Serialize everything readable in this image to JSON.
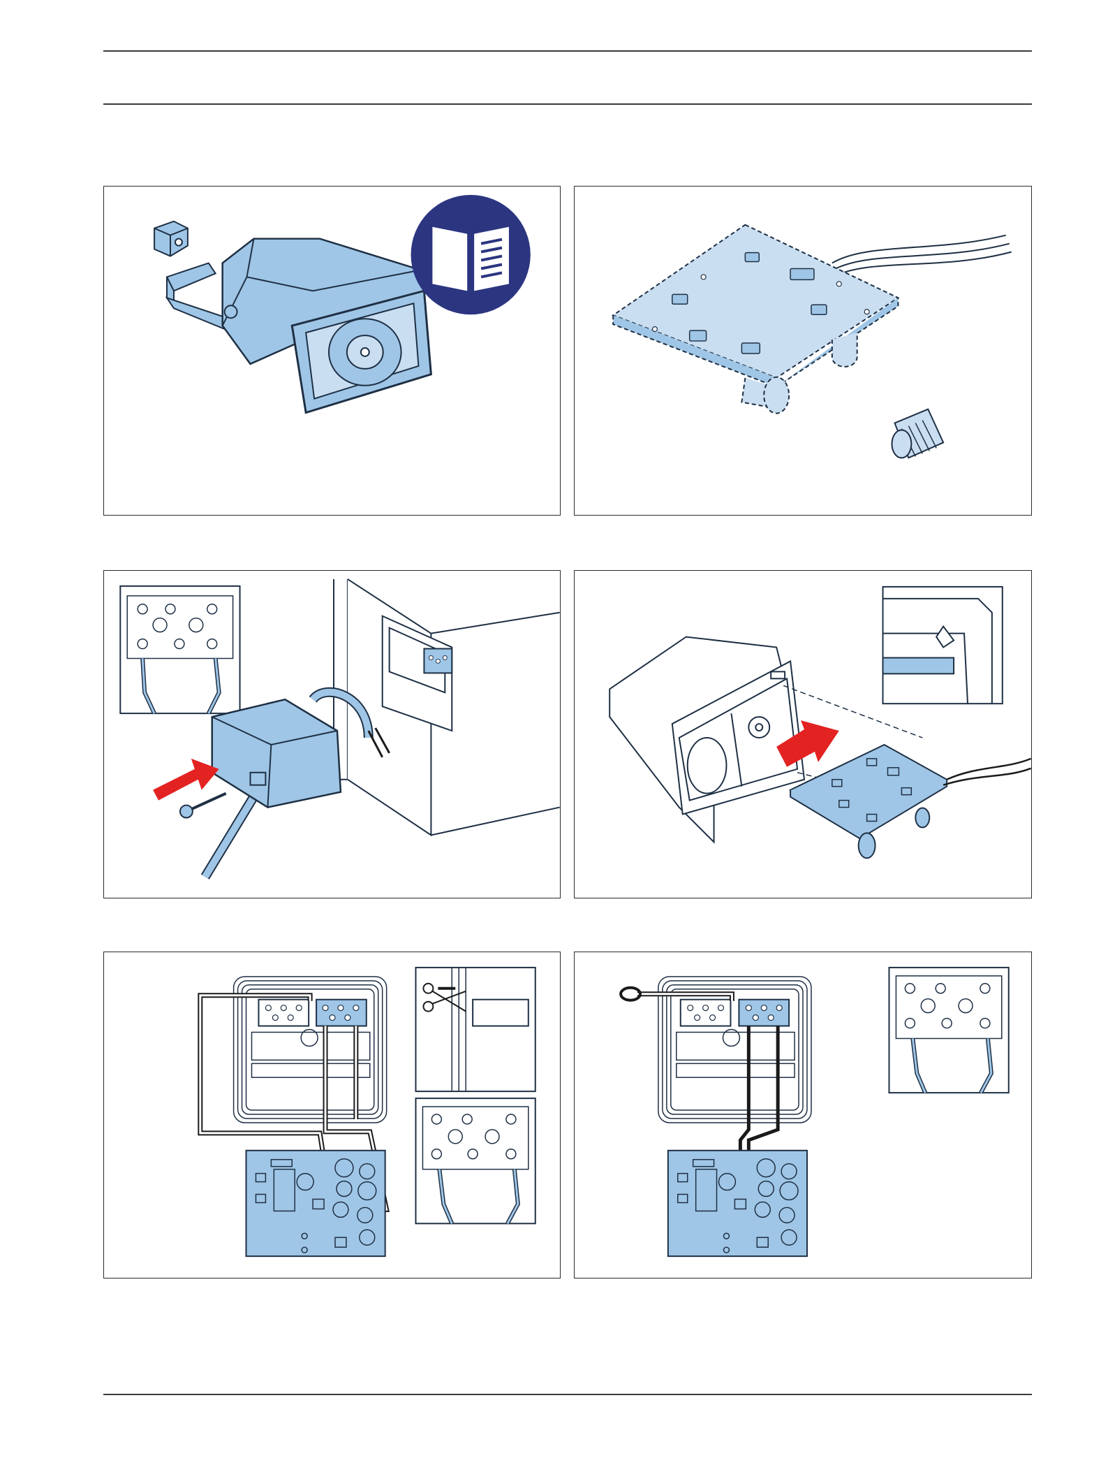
{
  "page": {
    "background": "#ffffff"
  },
  "colors": {
    "part_blue": "#9fc6e6",
    "part_blue_light": "#c9def1",
    "outline": "#1e2f44",
    "manual_icon_bg": "#2b3580",
    "arrow_red": "#e32222",
    "wire": "#1a1a1a"
  },
  "panels": [
    {
      "id": "step-1",
      "icons": [
        "horn-loudspeaker-icon",
        "bracket-cap-icon",
        "read-manual-icon"
      ]
    },
    {
      "id": "step-2",
      "icons": [
        "circuit-board-icon",
        "cable-gland-icon"
      ]
    },
    {
      "id": "step-3",
      "icons": [
        "connector-detail-icon",
        "terminal-cover-icon",
        "screw-icon",
        "arrow-icon"
      ]
    },
    {
      "id": "step-4",
      "icons": [
        "speaker-rear-housing-icon",
        "board-insert-icon",
        "arrow-icon",
        "detail-inset-icon"
      ]
    },
    {
      "id": "step-5",
      "icons": [
        "wiring-diagram-icon",
        "scissors-icon",
        "connector-detail-icon"
      ]
    },
    {
      "id": "step-6",
      "icons": [
        "wiring-diagram-icon",
        "wire-loop-icon",
        "connector-detail-icon"
      ]
    }
  ]
}
